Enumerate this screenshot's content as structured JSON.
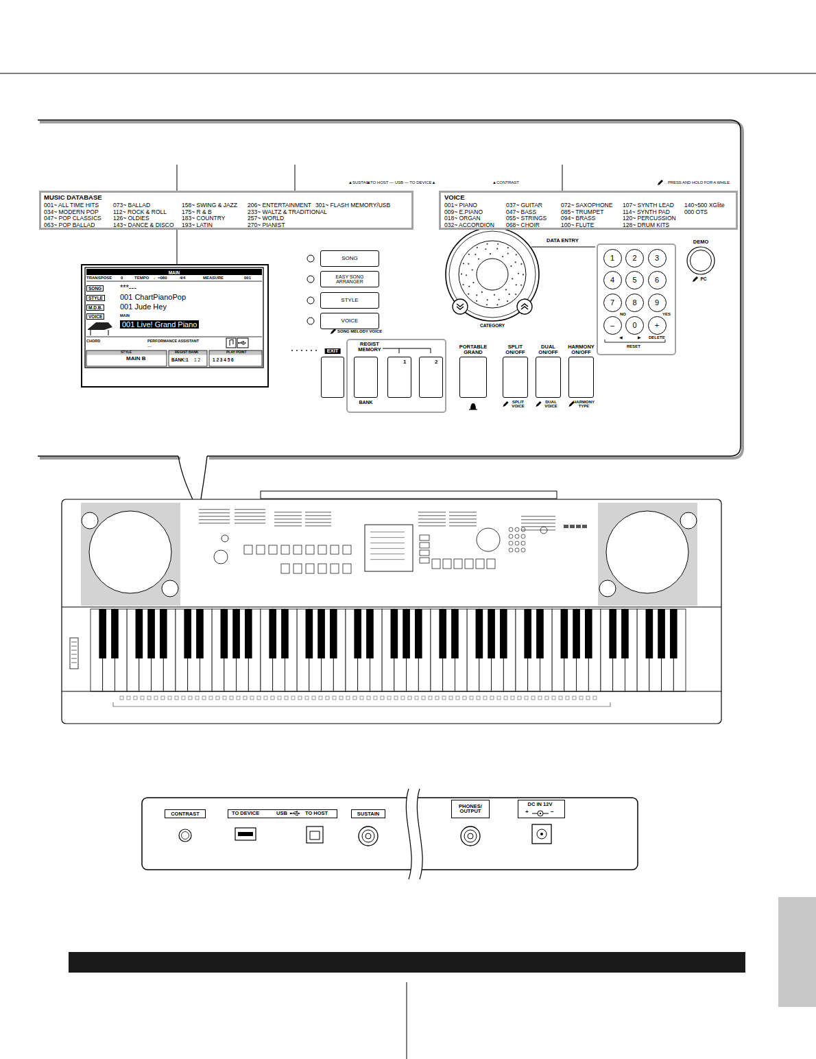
{
  "diagram": {
    "nodes": [
      {
        "text": [
          "MUSIC DATABASE",
          "001~ ALL TIME HITS",
          "034~ MODERN POP",
          "047~ POP CLASSICS",
          "063~ POP BALLAD",
          "073~ BALLAD",
          "112~ ROCK & ROLL",
          "126~ OLDIES",
          "143~ DANCE & DISCO",
          "158~ SWING & JAZZ",
          "175~ R & B",
          "183~ COUNTRY",
          "193~ LATIN",
          "206~ ENTERTAINMENT",
          "233~ WALTZ & TRADITIONAL",
          "257~ WORLD",
          "270~ PIANIST",
          "301~ FLASH MEMORY/USB"
        ]
      },
      {
        "text": [
          "VOICE",
          "001~ PIANO",
          "009~ E.PIANO",
          "018~ ORGAN",
          "032~ ACCORDION",
          "037~ GUITAR",
          "047~ BASS",
          "055~ STRINGS",
          "068~ CHOIR",
          "072~ SAXOPHONE",
          "085~ TRUMPET",
          "094~ BRASS",
          "100~ FLUTE",
          "107~ SYNTH LEAD",
          "114~ SYNTH PAD",
          "120~ PERCUSSION",
          "128~ DRUM KITS",
          "140~500 XGlite",
          "000 OTS"
        ]
      },
      {
        "text": [
          "MAIN",
          "TRANSPOSE",
          "0",
          "TEMPO",
          "♩=080",
          "4/4",
          "MEASURE",
          "001",
          "SONG",
          "***---",
          "STYLE",
          "001 ChartPianoPop",
          "M.D.B.",
          "001 Jude Hey",
          "VOICE",
          "MAIN",
          "001 Live! Grand Piano",
          "CHORD",
          "PERFORMANCE ASSISTANT",
          "---",
          "STYLE",
          "REGIST BANK",
          "PLAY POINT",
          "MAIN B",
          "BANK:1",
          "1 2",
          "1 2 3 4 5 6"
        ]
      },
      {
        "text": [
          "SONG"
        ]
      },
      {
        "text": [
          "EASY SONG ARRANGER"
        ]
      },
      {
        "text": [
          "STYLE"
        ]
      },
      {
        "text": [
          "VOICE"
        ]
      },
      {
        "text": [
          "DEMO",
          "PC"
        ]
      },
      {
        "text": [
          "NO",
          "YES",
          "◀",
          "▶",
          "DELETE",
          "RESET"
        ]
      },
      {
        "text": [
          "1"
        ],
        "in": 8
      },
      {
        "text": [
          "2"
        ],
        "in": 8
      },
      {
        "text": [
          "3"
        ],
        "in": 8
      },
      {
        "text": [
          "4"
        ],
        "in": 8
      },
      {
        "text": [
          "5"
        ],
        "in": 8
      },
      {
        "text": [
          "6"
        ],
        "in": 8
      },
      {
        "text": [
          "7"
        ],
        "in": 8
      },
      {
        "text": [
          "8"
        ],
        "in": 8
      },
      {
        "text": [
          "9"
        ],
        "in": 8
      },
      {
        "text": [
          "–"
        ],
        "in": 8
      },
      {
        "text": [
          "0"
        ],
        "in": 8
      },
      {
        "text": [
          "+"
        ],
        "in": 8
      },
      {
        "text": [
          "EXIT"
        ]
      },
      {
        "text": [
          "REGIST MEMORY"
        ]
      },
      {
        "text": [
          "BANK"
        ],
        "in": 22
      },
      {
        "text": [
          "1"
        ],
        "in": 22
      },
      {
        "text": [
          "2"
        ],
        "in": 22
      },
      {
        "text": [
          "PORTABLE GRAND"
        ]
      },
      {
        "text": [
          "SPLIT ON/OFF",
          "SPLIT VOICE"
        ]
      },
      {
        "text": [
          "DUAL ON/OFF",
          "DUAL VOICE"
        ]
      },
      {
        "text": [
          "HARMONY ON/OFF",
          "HARMONY TYPE"
        ]
      },
      {
        "text": [
          "CONTRAST"
        ]
      },
      {
        "text": [
          "TO DEVICE",
          "USB",
          "TO HOST"
        ]
      },
      {
        "text": [
          "SUSTAIN"
        ]
      },
      {
        "text": [
          "PHONES/ OUTPUT"
        ]
      },
      {
        "text": [
          "DC IN 12V",
          "+",
          "−"
        ]
      }
    ],
    "labels": [
      "▲SUSTAIN",
      "▲TO HOST — USB — TO DEVICE▲",
      "▲CONTRAST",
      "…PRESS AND HOLD FOR A WHILE.",
      "SONG MELODY VOICE",
      "DATA ENTRY",
      "CATEGORY"
    ]
  }
}
